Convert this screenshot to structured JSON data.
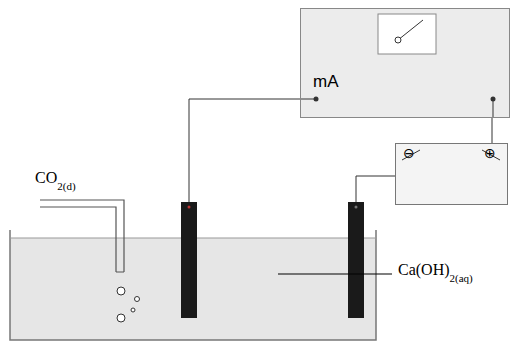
{
  "diagram": {
    "nodes": [
      {
        "text": [
          "mA"
        ]
      },
      {
        "text": [
          "⊖",
          "⊕"
        ]
      }
    ],
    "edges": [
      {
        "from": 0,
        "to": 1,
        "arrow": "none"
      }
    ],
    "labels": [
      "CO",
      "2(d)",
      "Ca(OH)",
      "2(aq)"
    ]
  }
}
